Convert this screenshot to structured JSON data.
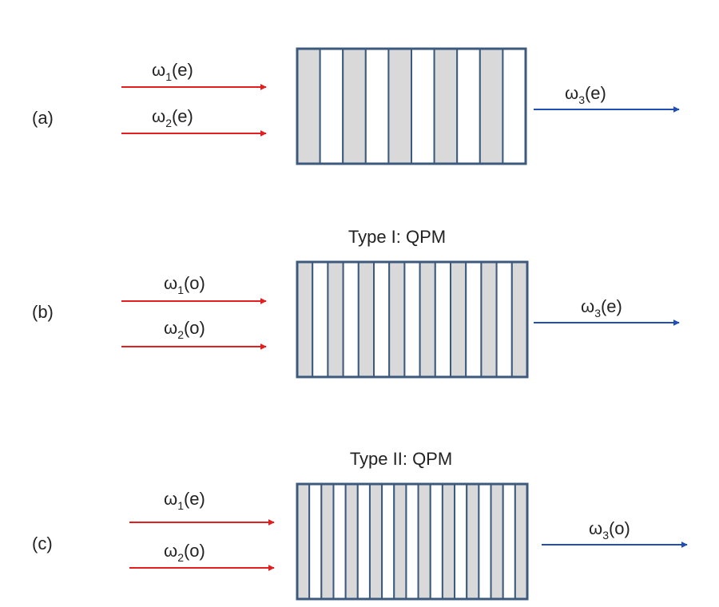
{
  "colors": {
    "input_arrow": "#e31e1e",
    "output_arrow": "#1f4fb4",
    "crystal_border": "#3c5a7e",
    "stripe_fill": "#d9d9d9",
    "stripe_gap": "#ffffff",
    "text": "#222222"
  },
  "panels": [
    {
      "id": "a",
      "label": "(a)",
      "title": "",
      "stripe_count": 10,
      "inputs": [
        {
          "freq": "ω",
          "sub": "1",
          "pol": "(e)"
        },
        {
          "freq": "ω",
          "sub": "2",
          "pol": "(e)"
        }
      ],
      "output": {
        "freq": "ω",
        "sub": "3",
        "pol": "(e)"
      }
    },
    {
      "id": "b",
      "label": "(b)",
      "title": "Type I: QPM",
      "stripe_count": 15,
      "inputs": [
        {
          "freq": "ω",
          "sub": "1",
          "pol": "(o)"
        },
        {
          "freq": "ω",
          "sub": "2",
          "pol": "(o)"
        }
      ],
      "output": {
        "freq": "ω",
        "sub": "3",
        "pol": "(e)"
      }
    },
    {
      "id": "c",
      "label": "(c)",
      "title": "Type II: QPM",
      "stripe_count": 19,
      "inputs": [
        {
          "freq": "ω",
          "sub": "1",
          "pol": "(e)"
        },
        {
          "freq": "ω",
          "sub": "2",
          "pol": "(o)"
        }
      ],
      "output": {
        "freq": "ω",
        "sub": "3",
        "pol": "(o)"
      }
    }
  ]
}
